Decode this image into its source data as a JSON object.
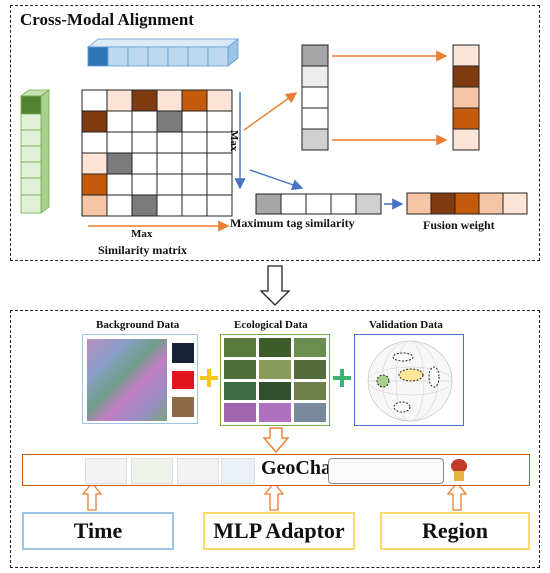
{
  "top": {
    "title": "Cross-Modal Alignment",
    "max_vertical": "Max",
    "max_horizontal": "Max",
    "similarity_matrix": "Similarity matrix",
    "max_tag_similarity": "Maximum tag similarity",
    "fusion_weight": "Fusion weight"
  },
  "bottom": {
    "background_data": "Background Data",
    "ecological_data": "Ecological Data",
    "validation_data": "Validation Data",
    "geochat": "GeoChat",
    "time": "Time",
    "mlp_adaptor": "MLP Adaptor",
    "region": "Region"
  },
  "colors": {
    "dark_brown": "#7f3a10",
    "orange": "#c5590c",
    "light_peach": "#f6c5a6",
    "pale_peach": "#fbe4d5",
    "gray": "#a6a6a6",
    "dark_gray": "#7b7b7b",
    "light_blue": "#bdd7ee",
    "dark_blue": "#2e75b6",
    "green": "#a9d18e",
    "dark_green": "#548235",
    "orange_line": "#ed7d31",
    "blue_line": "#4472c4",
    "yellow_border": "#ffd966",
    "time_border": "#9dc3e6"
  },
  "icons": [
    "plus-icon",
    "down-arrow-icon",
    "up-arrow-icon",
    "mascot-icon"
  ]
}
